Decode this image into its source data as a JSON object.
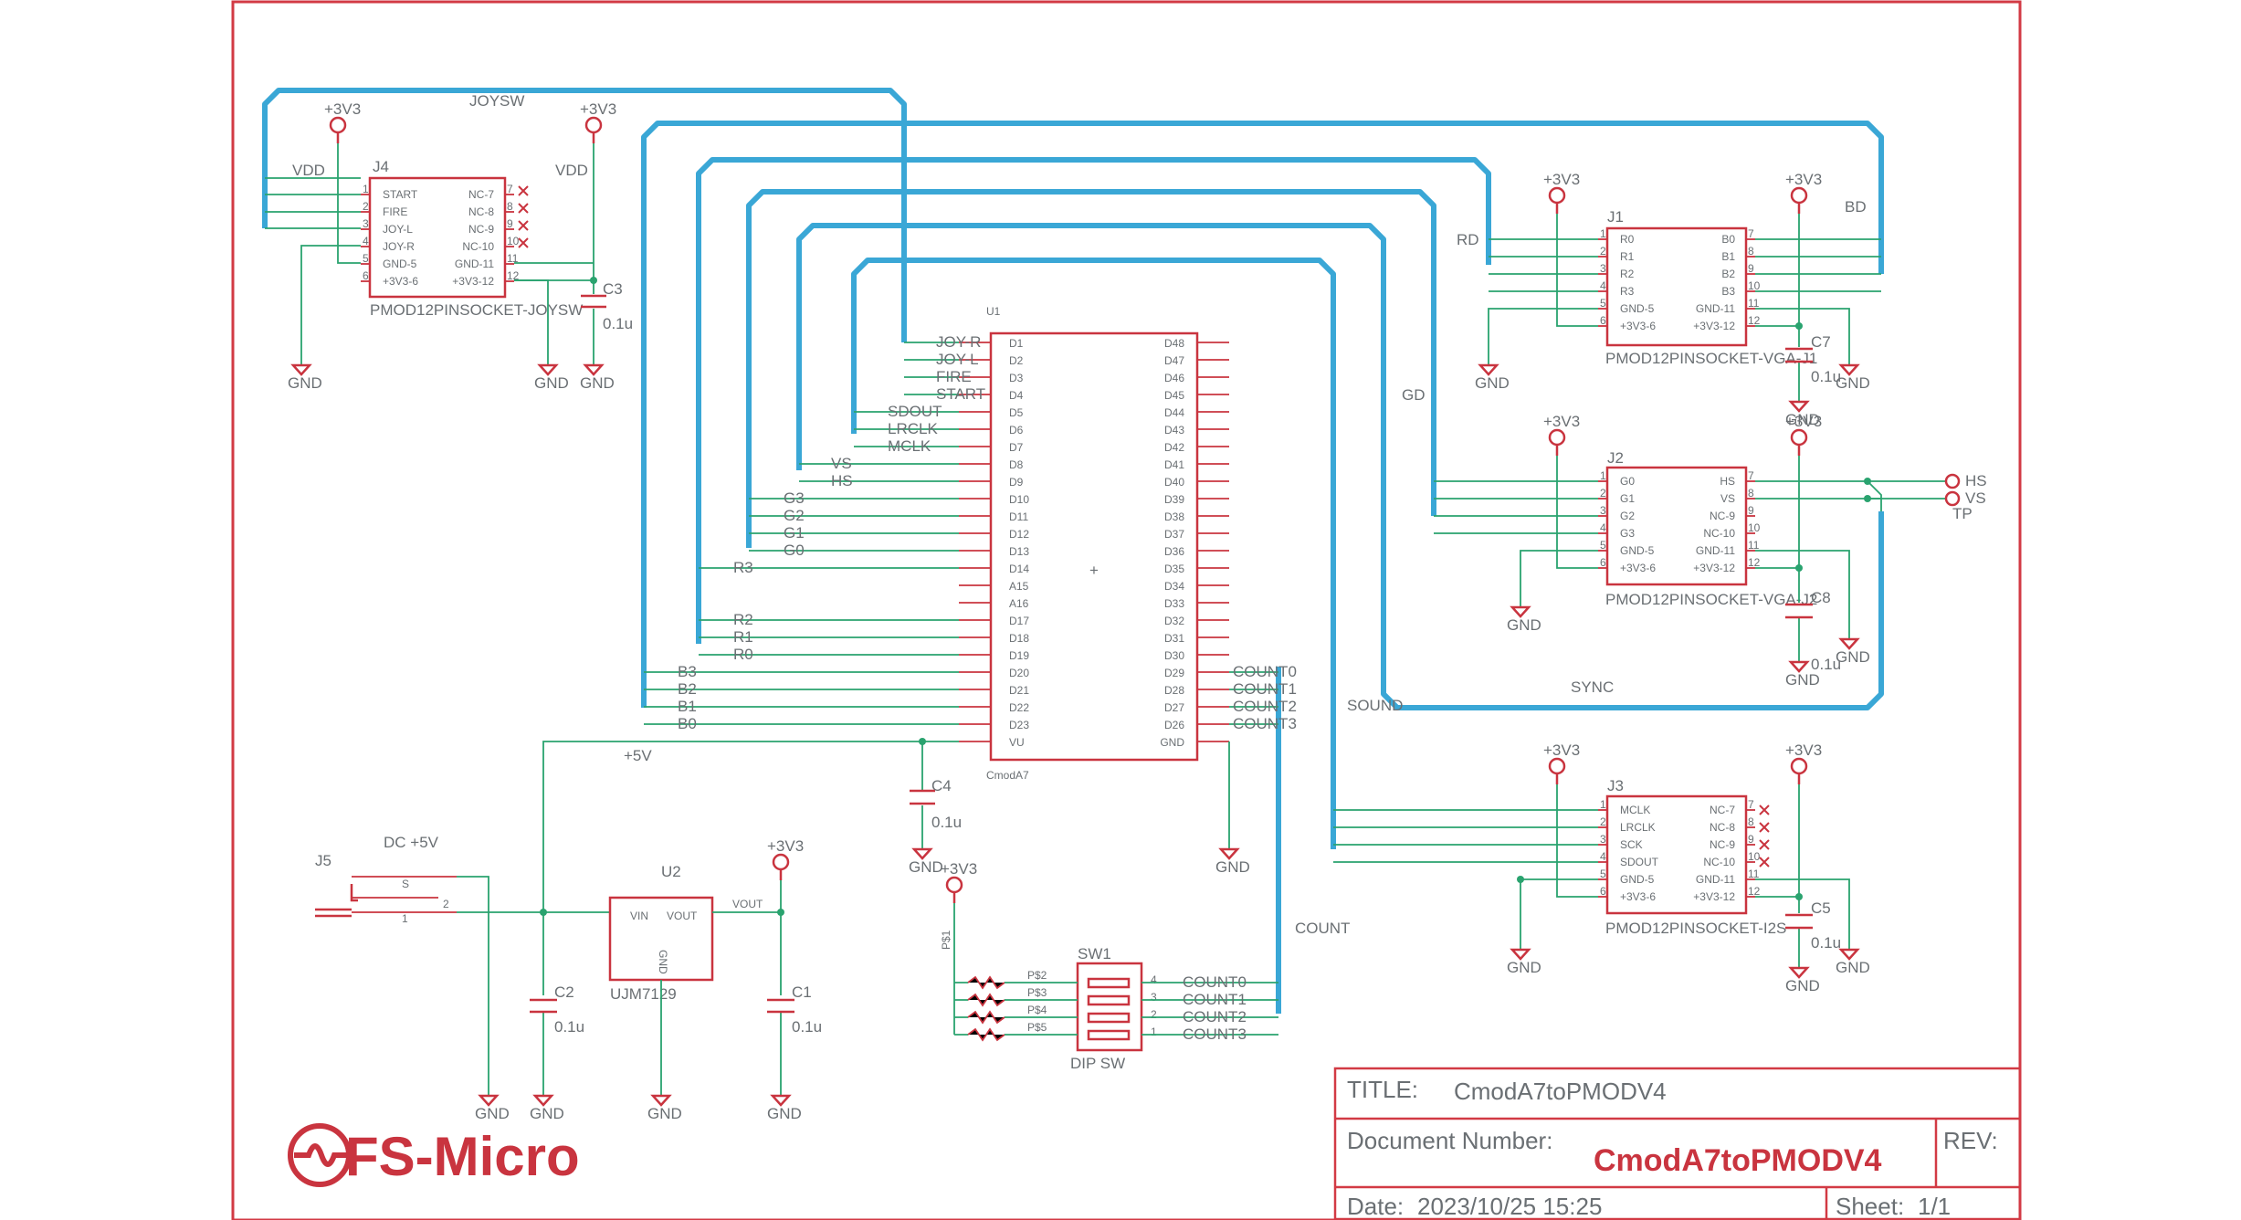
{
  "schematic": {
    "title_block": {
      "title_label": "TITLE:",
      "title_value": "CmodA7toPMODV4",
      "docnum_label": "Document Number:",
      "docnum_value": "CmodA7toPMODV4",
      "rev_label": "REV:",
      "date_label": "Date:",
      "date_value": "2023/10/25 15:25",
      "sheet_label": "Sheet:",
      "sheet_value": "1/1"
    },
    "logo_text": "FS-Micro",
    "components": {
      "j4": {
        "ref": "J4",
        "name": "PMOD12PINSOCKET-JOYSW",
        "left_pins": [
          "START",
          "FIRE",
          "JOY-L",
          "JOY-R",
          "GND-5",
          "+3V3-6"
        ],
        "right_pins": [
          "NC-7",
          "NC-8",
          "NC-9",
          "NC-10",
          "GND-11",
          "+3V3-12"
        ],
        "left_nums": [
          "1",
          "2",
          "3",
          "4",
          "5",
          "6"
        ],
        "right_nums": [
          "7",
          "8",
          "9",
          "10",
          "11",
          "12"
        ]
      },
      "j1": {
        "ref": "J1",
        "name": "PMOD12PINSOCKET-VGA-J1",
        "left_pins": [
          "R0",
          "R1",
          "R2",
          "R3",
          "GND-5",
          "+3V3-6"
        ],
        "right_pins": [
          "B0",
          "B1",
          "B2",
          "B3",
          "GND-11",
          "+3V3-12"
        ],
        "left_nums": [
          "1",
          "2",
          "3",
          "4",
          "5",
          "6"
        ],
        "right_nums": [
          "7",
          "8",
          "9",
          "10",
          "11",
          "12"
        ]
      },
      "j2": {
        "ref": "J2",
        "name": "PMOD12PINSOCKET-VGA-J2",
        "left_pins": [
          "G0",
          "G1",
          "G2",
          "G3",
          "GND-5",
          "+3V3-6"
        ],
        "right_pins": [
          "HS",
          "VS",
          "NC-9",
          "NC-10",
          "GND-11",
          "+3V3-12"
        ],
        "left_nums": [
          "1",
          "2",
          "3",
          "4",
          "5",
          "6"
        ],
        "right_nums": [
          "7",
          "8",
          "9",
          "10",
          "11",
          "12"
        ]
      },
      "j3": {
        "ref": "J3",
        "name": "PMOD12PINSOCKET-I2S",
        "left_pins": [
          "MCLK",
          "LRCLK",
          "SCK",
          "SDOUT",
          "GND-5",
          "+3V3-6"
        ],
        "right_pins": [
          "NC-7",
          "NC-8",
          "NC-9",
          "NC-10",
          "GND-11",
          "+3V3-12"
        ],
        "left_nums": [
          "1",
          "2",
          "3",
          "4",
          "5",
          "6"
        ],
        "right_nums": [
          "7",
          "8",
          "9",
          "10",
          "11",
          "12"
        ]
      },
      "u1": {
        "ref": "U1",
        "name": "CmodA7",
        "left_pins": [
          "D1",
          "D2",
          "D3",
          "D4",
          "D5",
          "D6",
          "D7",
          "D8",
          "D9",
          "D10",
          "D11",
          "D12",
          "D13",
          "D14",
          "A15",
          "A16",
          "D17",
          "D18",
          "D19",
          "D20",
          "D21",
          "D22",
          "D23",
          "VU"
        ],
        "right_pins": [
          "D48",
          "D47",
          "D46",
          "D45",
          "D44",
          "D43",
          "D42",
          "D41",
          "D40",
          "D39",
          "D38",
          "D37",
          "D36",
          "D35",
          "D34",
          "D33",
          "D32",
          "D31",
          "D30",
          "D29",
          "D28",
          "D27",
          "D26",
          "GND"
        ]
      },
      "u2": {
        "ref": "U2",
        "name": "UJM7129",
        "pin_in": "VIN",
        "pin_out": "VOUT",
        "pin_gnd": "GND",
        "net_out": "VOUT"
      },
      "sw1": {
        "ref": "SW1",
        "name": "DIP SW",
        "pins": [
          "4",
          "3",
          "2",
          "1"
        ],
        "p_labels": [
          "P$2",
          "P$3",
          "P$4",
          "P$5"
        ],
        "p1": "P$1"
      },
      "j5": {
        "ref": "J5",
        "name": "DC +5V",
        "pin_s": "S",
        "pin_2": "2",
        "pin_1": "1"
      },
      "c1": {
        "ref": "C1",
        "value": "0.1u"
      },
      "c2": {
        "ref": "C2",
        "value": "0.1u"
      },
      "c3": {
        "ref": "C3",
        "value": "0.1u"
      },
      "c4": {
        "ref": "C4",
        "value": "0.1u"
      },
      "c5": {
        "ref": "C5",
        "value": "0.1u"
      },
      "c7": {
        "ref": "C7",
        "value": "0.1u"
      },
      "c8": {
        "ref": "C8",
        "value": "0.1u"
      }
    },
    "nets": {
      "v3": "+3V3",
      "gnd": "GND",
      "vdd": "VDD",
      "v5": "+5V",
      "joysw": "JOYSW",
      "joyr": "JOY-R",
      "joyl": "JOY-L",
      "fire": "FIRE",
      "start": "START",
      "sdout": "SDOUT",
      "lrclk": "LRCLK",
      "mclk": "MCLK",
      "vs": "VS",
      "hs": "HS",
      "g3": "G3",
      "g2": "G2",
      "g1": "G1",
      "g0": "G0",
      "r3": "R3",
      "r2": "R2",
      "r1": "R1",
      "r0": "R0",
      "b3": "B3",
      "b2": "B2",
      "b1": "B1",
      "b0": "B0",
      "count0": "COUNT0",
      "count1": "COUNT1",
      "count2": "COUNT2",
      "count3": "COUNT3",
      "count": "COUNT",
      "sound": "SOUND",
      "sync": "SYNC",
      "rd": "RD",
      "gd": "GD",
      "bd": "BD",
      "tp": "TP"
    }
  }
}
